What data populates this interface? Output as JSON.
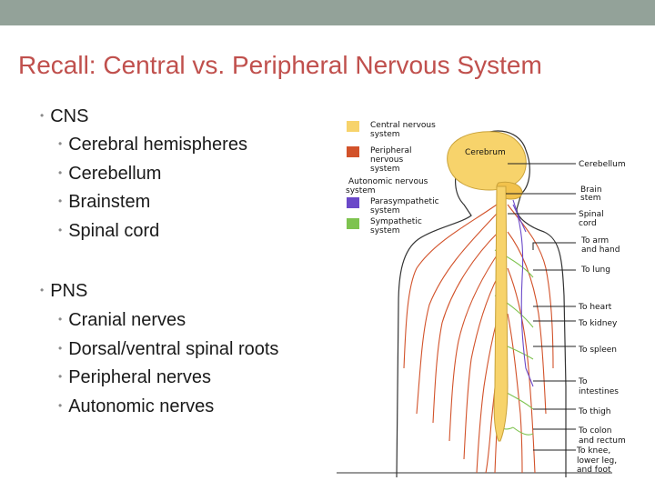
{
  "slide": {
    "title": "Recall: Central vs. Peripheral Nervous System"
  },
  "cns": {
    "heading": "CNS",
    "items": [
      "Cerebral hemispheres",
      "Cerebellum",
      "Brainstem",
      "Spinal cord"
    ]
  },
  "pns": {
    "heading": "PNS",
    "items": [
      "Cranial nerves",
      "Dorsal/ventral spinal roots",
      "Peripheral nerves",
      "Autonomic nerves"
    ]
  },
  "legend": {
    "cns": "Central nervous system",
    "pns": "Peripheral nervous system",
    "autonomic": "Autonomic nervous system",
    "para": "Parasympathetic system",
    "symp": "Sympathetic system"
  },
  "labels": {
    "cerebrum": "Cerebrum",
    "cerebellum": "Cerebellum",
    "brainstem": "Brain stem",
    "spinalcord": "Spinal cord",
    "arm": "To arm and hand",
    "lung": "To lung",
    "heart": "To heart",
    "kidney": "To kidney",
    "spleen": "To spleen",
    "intestines": "To intestines",
    "thigh": "To thigh",
    "colon": "To colon and rectum",
    "knee": "To knee, lower leg, and foot"
  },
  "colors": {
    "title": "#c0504d",
    "topbar": "#93a299",
    "cns": "#f7d36b",
    "pns": "#d2522a",
    "parasympathetic": "#6b49c9",
    "sympathetic": "#7ec34f"
  }
}
